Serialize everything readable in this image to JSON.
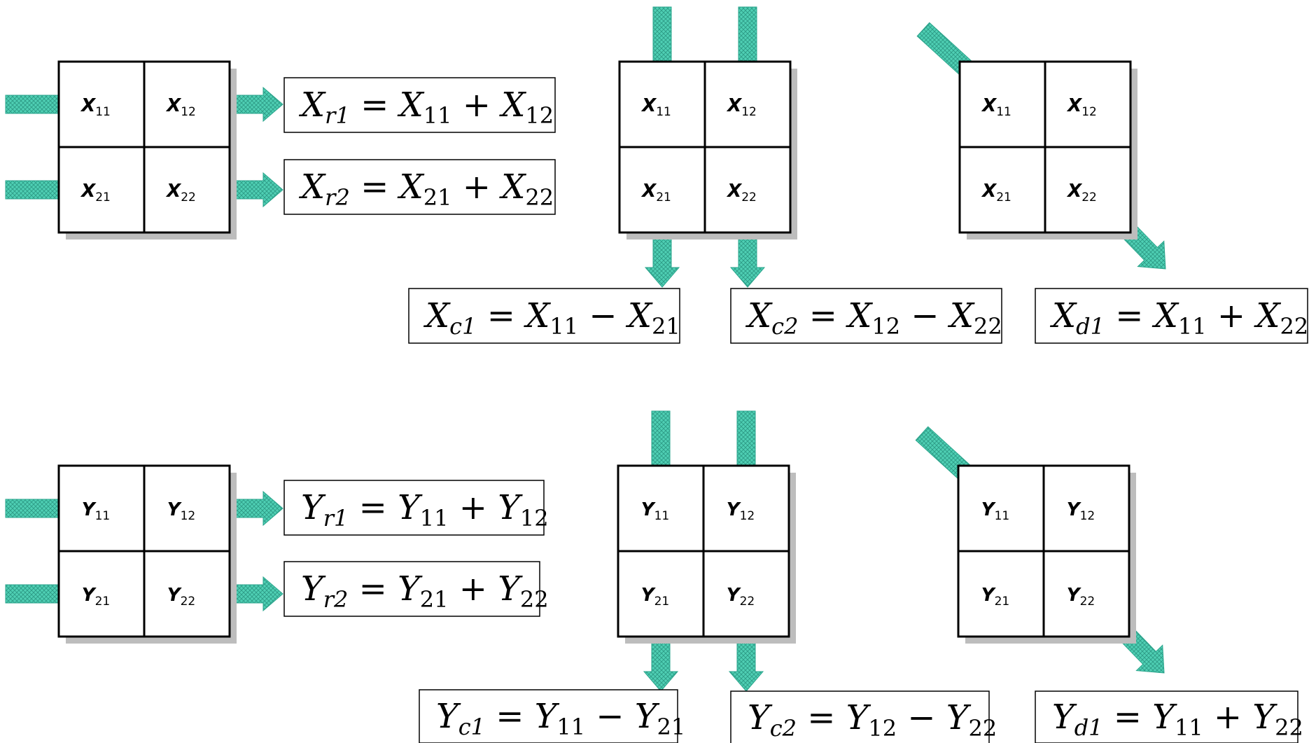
{
  "colors": {
    "arrow_fill": "#4fcfb4",
    "arrow_pattern": "#0f6f5e",
    "line": "#000000",
    "shadow": "#bdbdbd",
    "background": "#ffffff"
  },
  "diagrams": [
    {
      "id": "x-rows",
      "kind": "rows",
      "var": "X",
      "cells": [
        [
          "11",
          "12"
        ],
        [
          "21",
          "22"
        ]
      ],
      "equations": [
        {
          "lhs_sub": "r1",
          "a_sub": "11",
          "op": "+",
          "b_sub": "12"
        },
        {
          "lhs_sub": "r2",
          "a_sub": "21",
          "op": "+",
          "b_sub": "22"
        }
      ]
    },
    {
      "id": "x-cols",
      "kind": "cols",
      "var": "X",
      "cells": [
        [
          "11",
          "12"
        ],
        [
          "21",
          "22"
        ]
      ],
      "equations": [
        {
          "lhs_sub": "c1",
          "a_sub": "11",
          "op": "−",
          "b_sub": "21"
        },
        {
          "lhs_sub": "c2",
          "a_sub": "12",
          "op": "−",
          "b_sub": "22"
        }
      ]
    },
    {
      "id": "x-diag",
      "kind": "diag",
      "var": "X",
      "cells": [
        [
          "11",
          "12"
        ],
        [
          "21",
          "22"
        ]
      ],
      "equations": [
        {
          "lhs_sub": "d1",
          "a_sub": "11",
          "op": "+",
          "b_sub": "22"
        }
      ]
    },
    {
      "id": "y-rows",
      "kind": "rows",
      "var": "Y",
      "cells": [
        [
          "11",
          "12"
        ],
        [
          "21",
          "22"
        ]
      ],
      "equations": [
        {
          "lhs_sub": "r1",
          "a_sub": "11",
          "op": "+",
          "b_sub": "12"
        },
        {
          "lhs_sub": "r2",
          "a_sub": "21",
          "op": "+",
          "b_sub": "22"
        }
      ]
    },
    {
      "id": "y-cols",
      "kind": "cols",
      "var": "Y",
      "cells": [
        [
          "11",
          "12"
        ],
        [
          "21",
          "22"
        ]
      ],
      "equations": [
        {
          "lhs_sub": "c1",
          "a_sub": "11",
          "op": "−",
          "b_sub": "21"
        },
        {
          "lhs_sub": "c2",
          "a_sub": "12",
          "op": "−",
          "b_sub": "22"
        }
      ]
    },
    {
      "id": "y-diag",
      "kind": "diag",
      "var": "Y",
      "cells": [
        [
          "11",
          "12"
        ],
        [
          "21",
          "22"
        ]
      ],
      "equations": [
        {
          "lhs_sub": "d1",
          "a_sub": "11",
          "op": "+",
          "b_sub": "22"
        }
      ]
    }
  ]
}
